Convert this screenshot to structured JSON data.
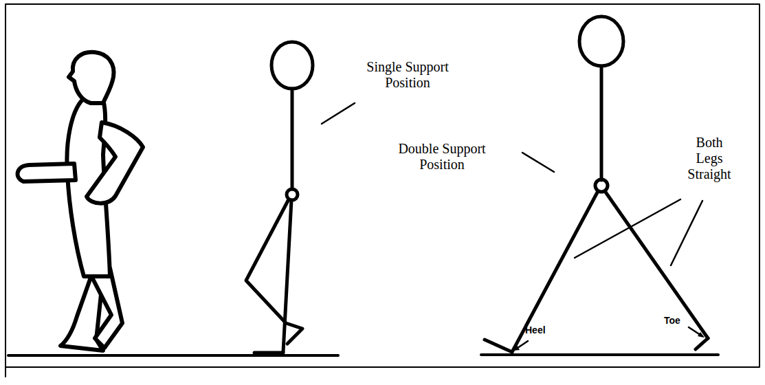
{
  "diagram": {
    "labels": [
      "Single Support Position",
      "Double Support Position",
      "Both Legs Straight",
      "Heel",
      "Toe"
    ]
  }
}
